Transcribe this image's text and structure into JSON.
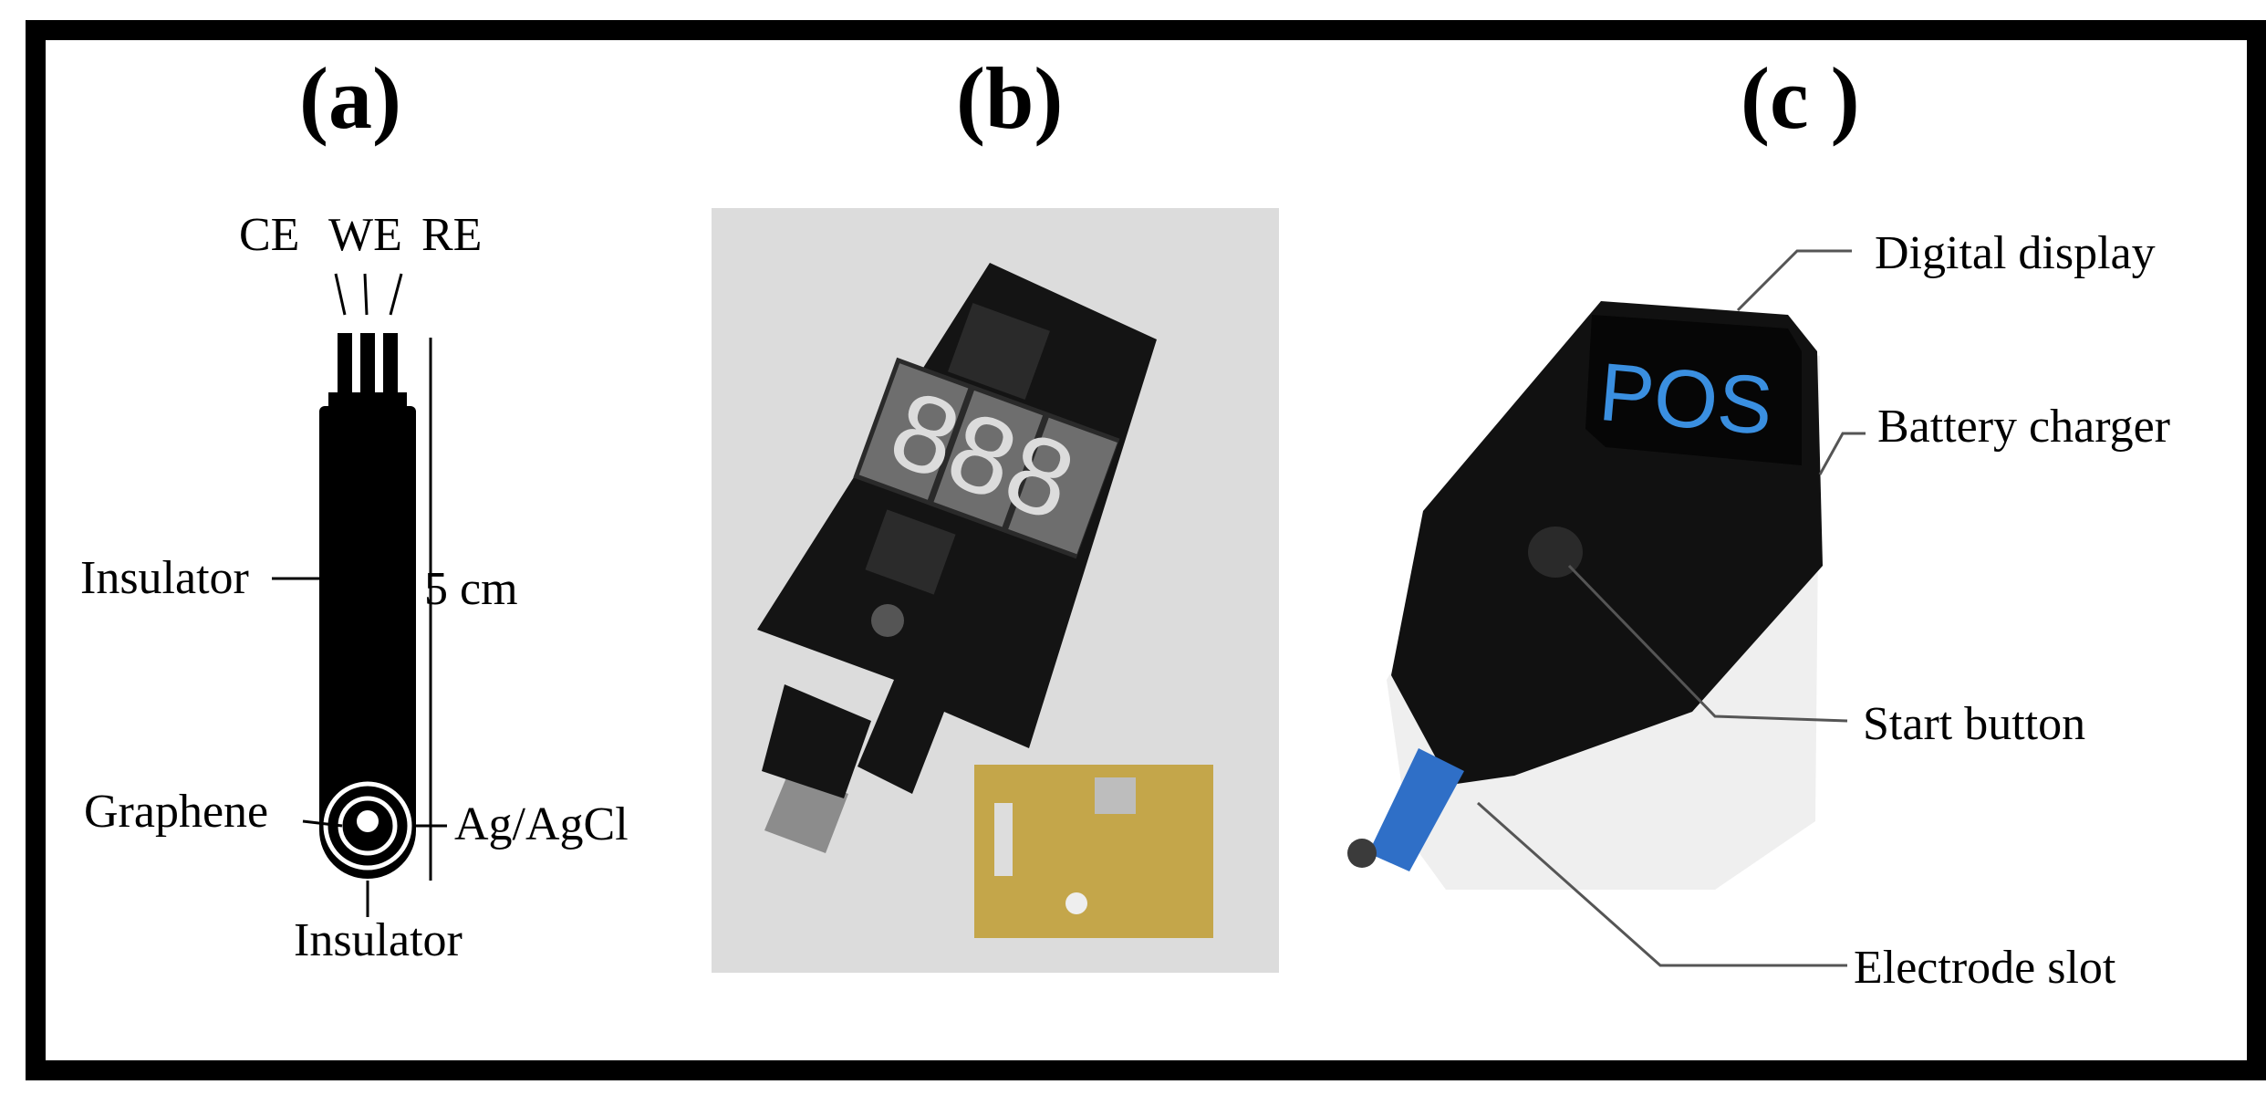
{
  "panels": {
    "a": {
      "label": "(a)",
      "terminals": {
        "ce": "CE",
        "we": "WE",
        "re": "RE"
      },
      "insulator_top": "Insulator",
      "length": "5 cm",
      "graphene": "Graphene",
      "ag_agcl": "Ag/AgCl",
      "insulator_bottom": "Insulator"
    },
    "b": {
      "label": "(b)",
      "display_digits": "888"
    },
    "c": {
      "label": "(c )",
      "screen_text": "POS",
      "callouts": {
        "digital_display": "Digital display",
        "battery_charger": "Battery charger",
        "start_button": "Start button",
        "electrode_slot": "Electrode slot"
      }
    }
  },
  "colors": {
    "pcb": "#141414",
    "photo_bg": "#dcdcdc",
    "screen_text": "#3a8fe0",
    "strip": "#2f6fc7",
    "device_body": "#efefef"
  }
}
